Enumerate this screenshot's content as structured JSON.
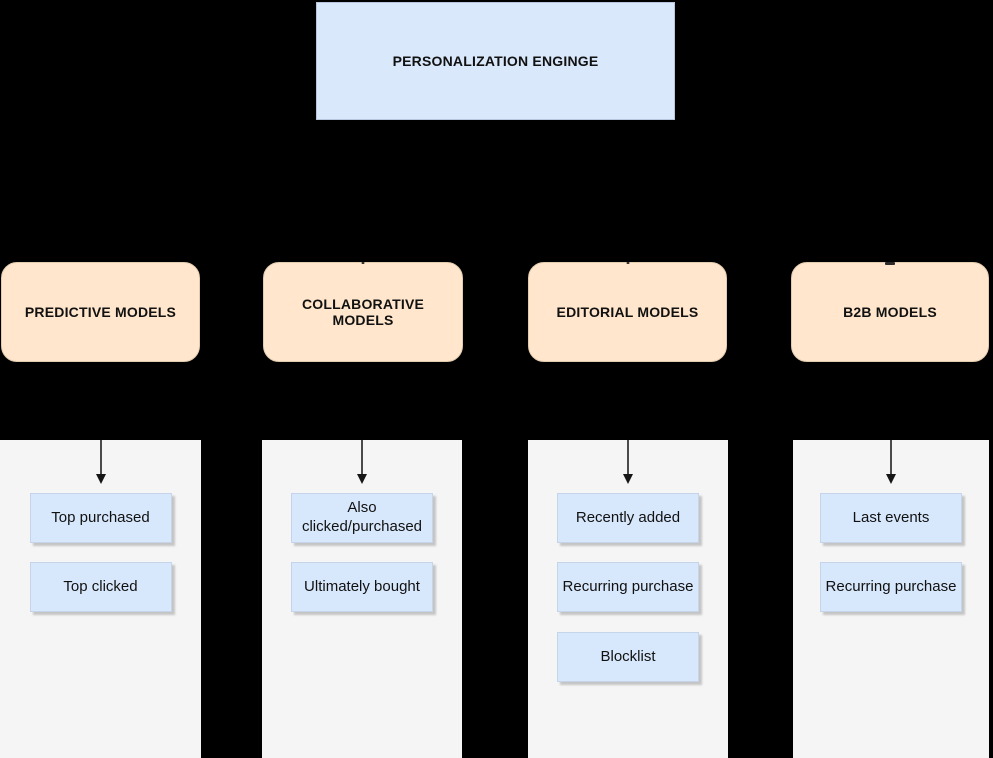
{
  "root_label": "PERSONALIZATION ENGINGE",
  "branches": [
    {
      "label": "PREDICTIVE MODELS",
      "children": [
        "Top purchased",
        "Top clicked"
      ]
    },
    {
      "label": "COLLABORATIVE MODELS",
      "children": [
        "Also clicked/purchased",
        "Ultimately bought"
      ]
    },
    {
      "label": "EDITORIAL MODELS",
      "children": [
        "Recently added",
        "Recurring purchase",
        "Blocklist"
      ]
    },
    {
      "label": "B2B MODELS",
      "children": [
        "Last events",
        "Recurring purchase"
      ]
    }
  ],
  "colors": {
    "background": "#000000",
    "root_fill": "#d9e8fb",
    "branch_fill": "#ffe6cc",
    "column_fill": "#f5f5f5",
    "child_fill": "#d8e8fc",
    "arrow": "#1a1a1a"
  }
}
